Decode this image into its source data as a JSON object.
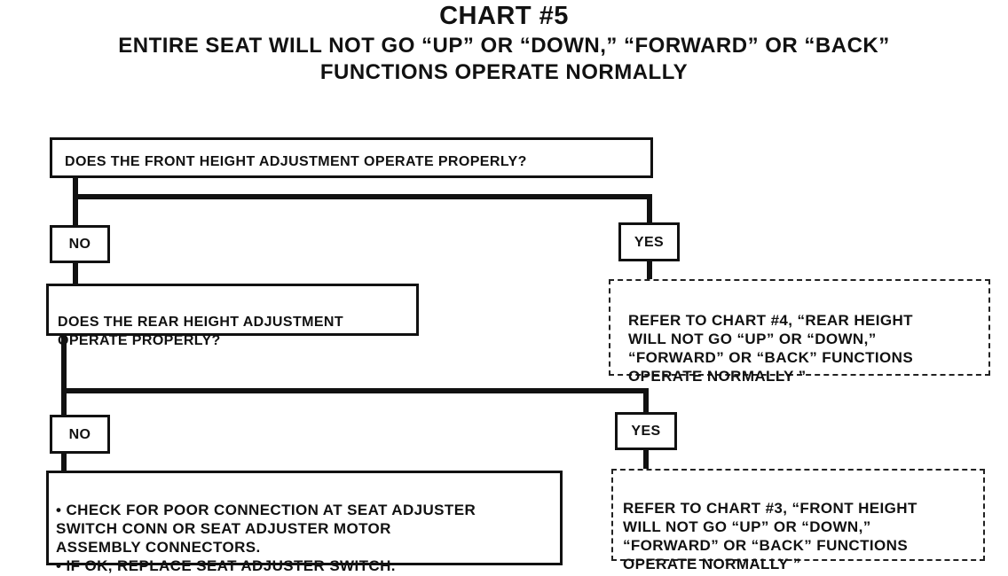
{
  "title": {
    "line1": "CHART #5",
    "line2": "ENTIRE SEAT WILL NOT GO “UP” OR “DOWN,” “FORWARD” OR “BACK”",
    "line3": "FUNCTIONS OPERATE NORMALLY"
  },
  "nodes": {
    "q1": "DOES THE FRONT HEIGHT ADJUSTMENT OPERATE PROPERLY?",
    "no1": "NO",
    "yes1": "YES",
    "q2": "DOES THE REAR HEIGHT ADJUSTMENT\nOPERATE PROPERLY?",
    "ref1": "REFER TO CHART #4, “REAR HEIGHT\nWILL NOT GO “UP” OR “DOWN,”\n“FORWARD” OR “BACK” FUNCTIONS\nOPERATE NORMALLY ”",
    "no2": "NO",
    "yes2": "YES",
    "action": "• CHECK FOR POOR CONNECTION AT SEAT ADJUSTER\n   SWITCH CONN OR SEAT ADJUSTER MOTOR\n   ASSEMBLY CONNECTORS.\n• IF OK, REPLACE SEAT ADJUSTER SWITCH.",
    "ref2": "REFER TO CHART #3, “FRONT HEIGHT\nWILL NOT GO “UP” OR “DOWN,”\n“FORWARD” OR “BACK” FUNCTIONS\nOPERATE NORMALLY ”"
  }
}
